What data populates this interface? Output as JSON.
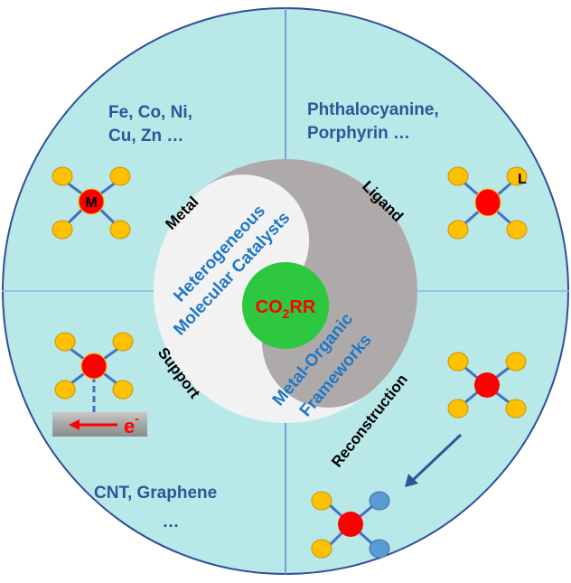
{
  "diagram": {
    "title": "Heterogeneous molecular catalysts and MOFs for CO2RR",
    "center": {
      "label_main": "CO",
      "label_sub": "2",
      "label_tail": "RR"
    },
    "core": {
      "left_half_line1": "Heterogeneous",
      "left_half_line2": "Molecular Catalysts",
      "right_half_line1": "Metal-Organic",
      "right_half_line2": "Frameworks"
    },
    "quadrants": {
      "top_left": {
        "axis_label": "Metal",
        "examples_line1": "Fe, Co, Ni,",
        "examples_line2": "Cu, Zn …",
        "atom_label": "M"
      },
      "top_right": {
        "axis_label": "Ligand",
        "examples_line1": "Phthalocyanine,",
        "examples_line2": "Porphyrin …",
        "atom_label": "L"
      },
      "bottom_left": {
        "axis_label": "Support",
        "examples_line1": "CNT, Graphene",
        "examples_line2": "…",
        "electron_label": "e",
        "electron_charge": "-"
      },
      "bottom_right": {
        "axis_label": "Reconstruction"
      }
    },
    "colors": {
      "outer_fill": "#b8e8e8",
      "outer_stroke": "#2f4f9a",
      "divider": "#5b8ed6",
      "core_light": "#f2f2f2",
      "core_dark": "#aeaaaa",
      "center_green": "#2ec840",
      "metal_red": "#ff0000",
      "ligand_yellow": "#ffc000",
      "ligand_blue": "#5b9bd5",
      "bond": "#4472c4",
      "text_blue": "#2f5597",
      "core_text": "#1f77c8"
    }
  }
}
